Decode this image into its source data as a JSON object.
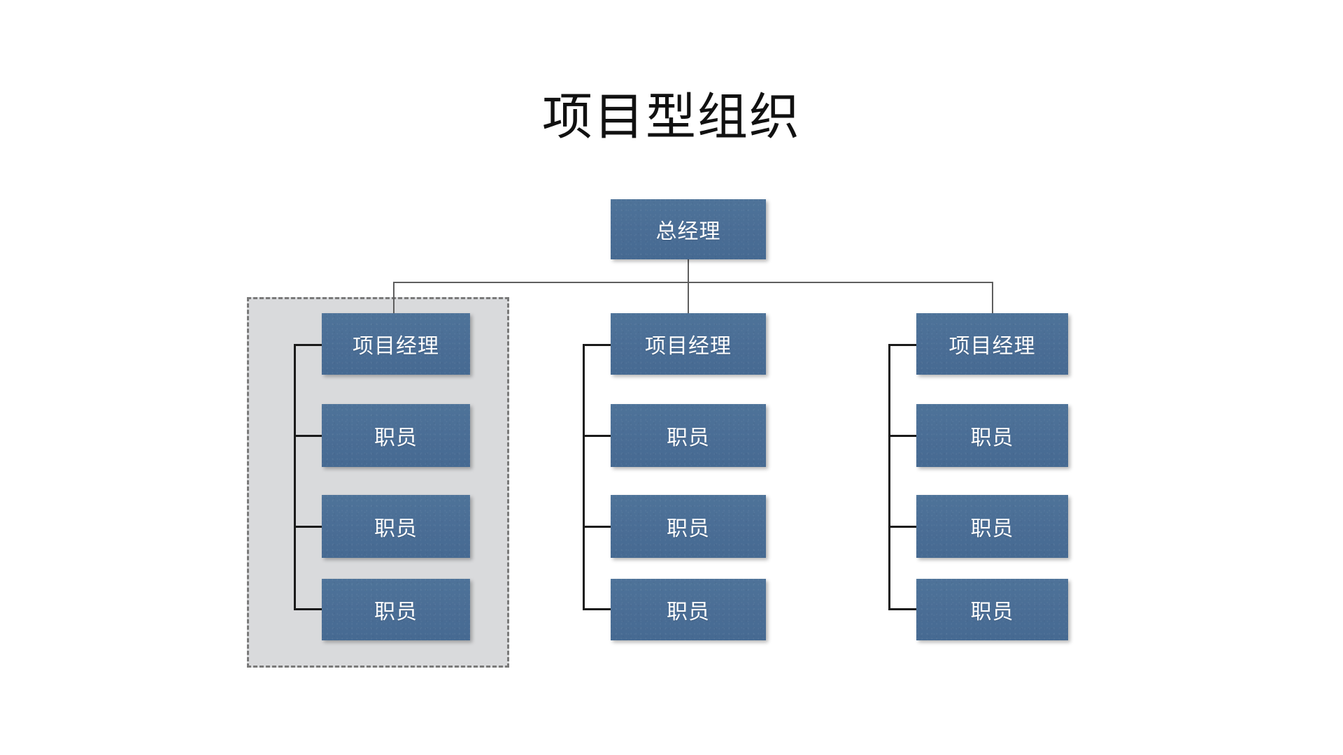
{
  "slide": {
    "title": "项目型组织",
    "background_color": "#ffffff"
  },
  "theme": {
    "node_fill": "#4c7199",
    "node_text_color": "#ffffff",
    "connector_color": "#1a1a1a",
    "top_connector_color": "#5e5e5e",
    "selection_fill": "#d9dadc",
    "selection_border": "#7a7a7a",
    "title_color": "#111111"
  },
  "org_chart": {
    "type": "tree",
    "root": {
      "label": "总经理"
    },
    "columns": [
      {
        "id": "column-1",
        "selected": true,
        "manager": {
          "label": "项目经理"
        },
        "staff": [
          {
            "label": "职员"
          },
          {
            "label": "职员"
          },
          {
            "label": "职员"
          }
        ]
      },
      {
        "id": "column-2",
        "selected": false,
        "manager": {
          "label": "项目经理"
        },
        "staff": [
          {
            "label": "职员"
          },
          {
            "label": "职员"
          },
          {
            "label": "职员"
          }
        ]
      },
      {
        "id": "column-3",
        "selected": false,
        "manager": {
          "label": "项目经理"
        },
        "staff": [
          {
            "label": "职员"
          },
          {
            "label": "职员"
          },
          {
            "label": "职员"
          }
        ]
      }
    ]
  }
}
